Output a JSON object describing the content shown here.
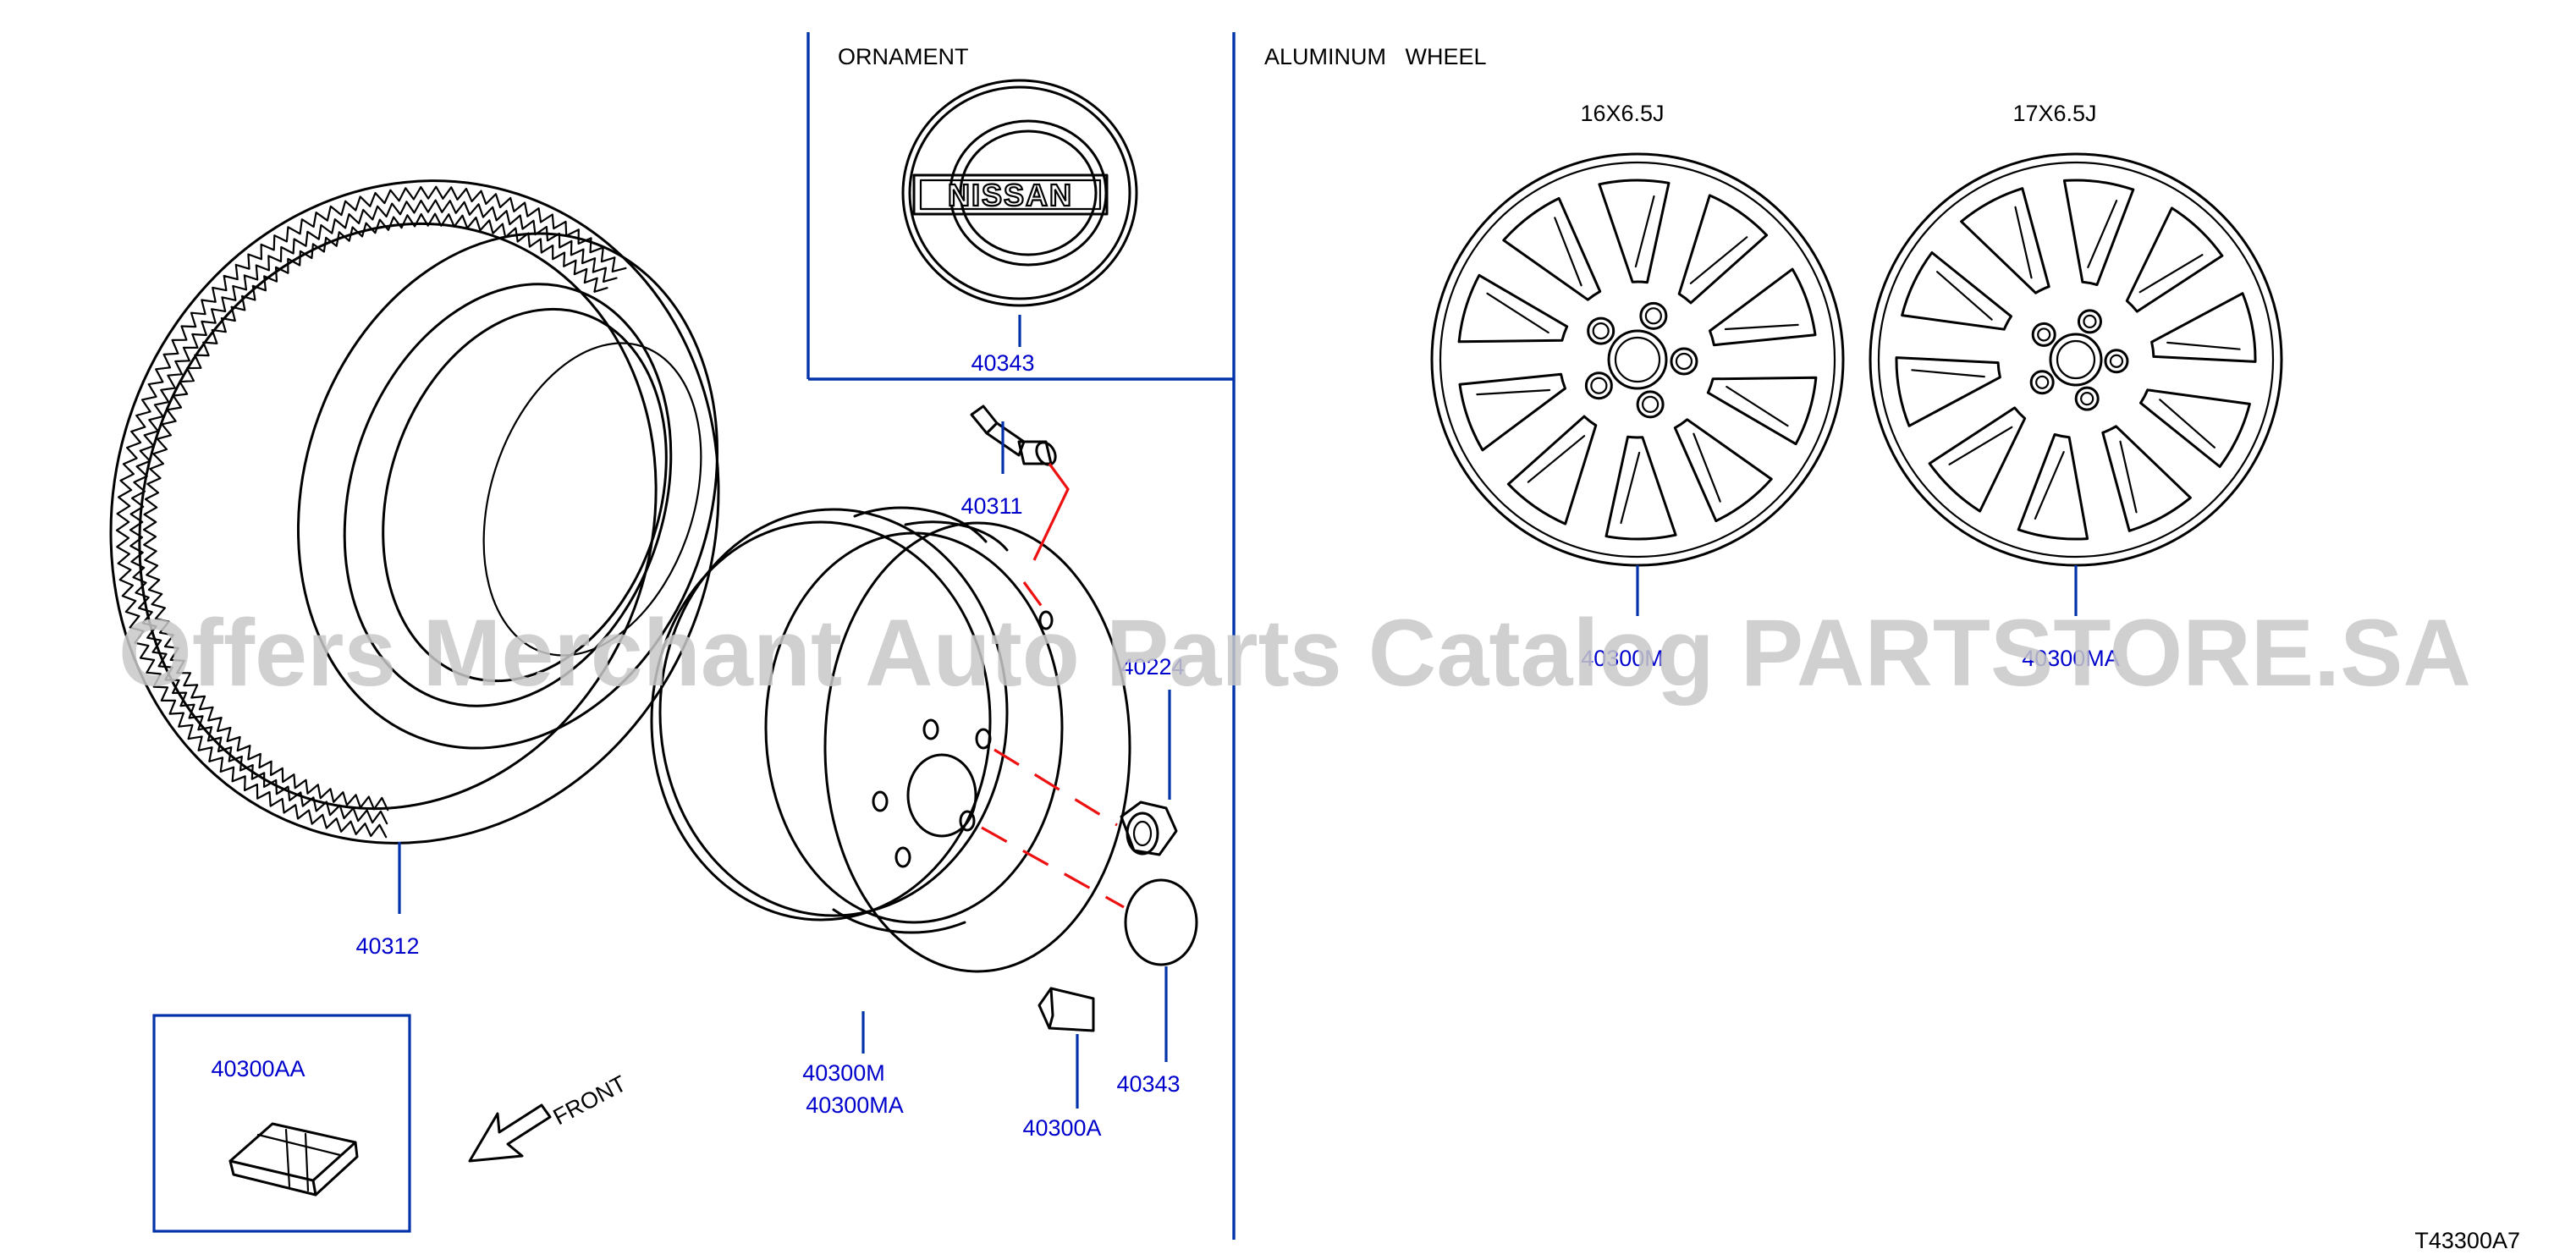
{
  "sections": {
    "ornament": "ORNAMENT",
    "aluminum_wheel": "ALUMINUM   WHEEL"
  },
  "sizes": {
    "wheel_16": "16X6.5J",
    "wheel_17": "17X6.5J"
  },
  "parts": {
    "tire": "40312",
    "ornament": "40343",
    "valve": "40311",
    "nut": "40224",
    "steel_wheel": "40300M",
    "steel_wheel_alt": "40300MA",
    "center_cap": "40343",
    "balance_weight": "40300A",
    "weight_kit": "40300AA",
    "alloy_wheel_16": "40300M",
    "alloy_wheel_17": "40300MA"
  },
  "emblem_text": "NISSAN",
  "front_label": "FRONT",
  "diagram_code": "T43300A7",
  "watermark": "Offers Merchant Auto Parts Catalog PARTSTORE.SA",
  "colors": {
    "lines": "#000000",
    "leaders": "#0033aa",
    "part_numbers": "#0000cc",
    "exploded_guides": "#ee1111",
    "watermark": "#c8c8c8"
  }
}
